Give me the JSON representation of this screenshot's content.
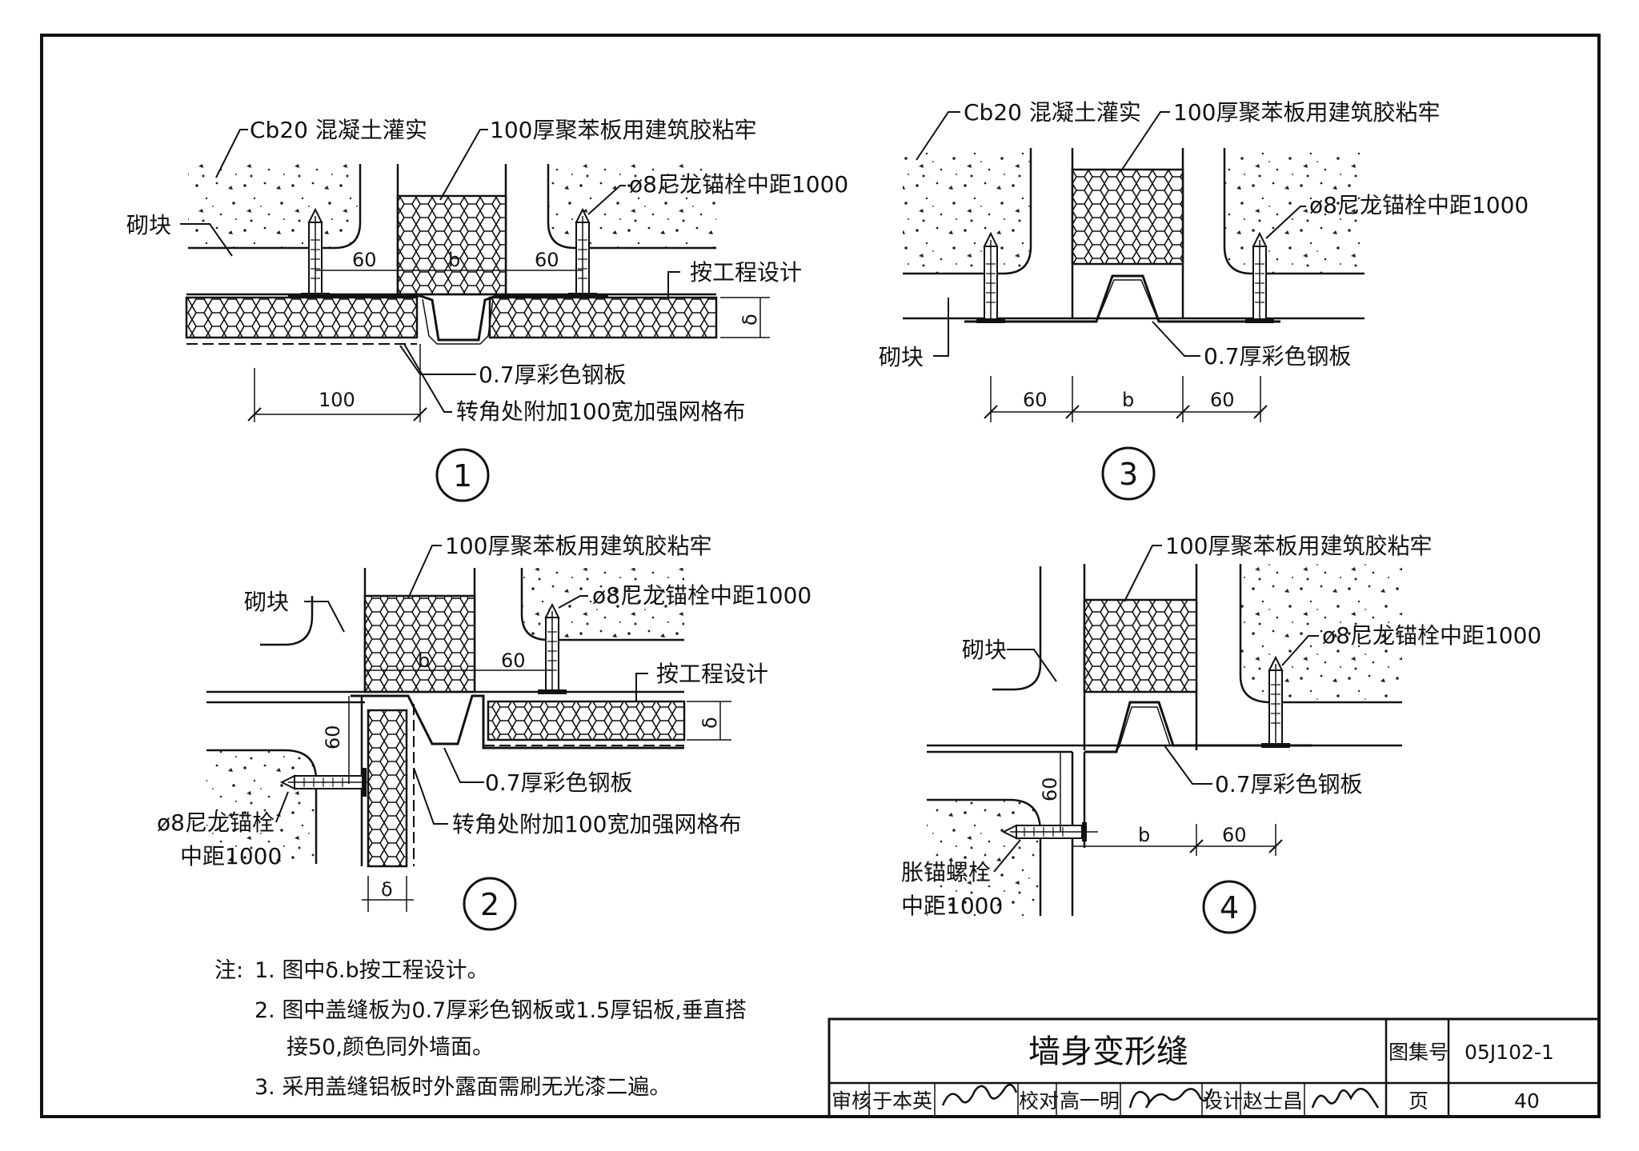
{
  "detail1": {
    "concrete_label": "Cb20 混凝土灌实",
    "eps_label": "100厚聚苯板用建筑胶粘牢",
    "anchor_label": "ø8尼龙锚栓中距1000",
    "block_label": "砌块",
    "design_label": "按工程设计",
    "steel_label": "0.7厚彩色钢板",
    "mesh_label": "转角处附加100宽加强网格布",
    "dim_60a": "60",
    "dim_b": "b",
    "dim_60b": "60",
    "dim_100": "100",
    "dim_delta": "δ",
    "number": "1"
  },
  "detail2": {
    "eps_label": "100厚聚苯板用建筑胶粘牢",
    "block_label": "砌块",
    "anchor_label": "ø8尼龙锚栓中距1000",
    "design_label": "按工程设计",
    "steel_label": "0.7厚彩色钢板",
    "mesh_label": "转角处附加100宽加强网格布",
    "anchor2_line1": "ø8尼龙锚栓",
    "anchor2_line2": "中距1000",
    "dim_b": "b",
    "dim_60a": "60",
    "dim_60v": "60",
    "dim_delta": "δ",
    "dim_delta2": "δ",
    "number": "2"
  },
  "detail3": {
    "concrete_label": "Cb20 混凝土灌实",
    "eps_label": "100厚聚苯板用建筑胶粘牢",
    "anchor_label": "ø8尼龙锚栓中距1000",
    "block_label": "砌块",
    "steel_label": "0.7厚彩色钢板",
    "dim_60a": "60",
    "dim_b": "b",
    "dim_60b": "60",
    "number": "3"
  },
  "detail4": {
    "eps_label": "100厚聚苯板用建筑胶粘牢",
    "block_label": "砌块",
    "anchor_label": "ø8尼龙锚栓中距1000",
    "steel_label": "0.7厚彩色钢板",
    "bolt_line1": "胀锚螺栓",
    "bolt_line2": "中距1000",
    "dim_60v": "60",
    "dim_b": "b",
    "dim_60": "60",
    "number": "4"
  },
  "notes": {
    "prefix": "注:",
    "n1": "1. 图中δ.b按工程设计。",
    "n2a": "2. 图中盖缝板为0.7厚彩色钢板或1.5厚铝板,垂直搭",
    "n2b": "接50,颜色同外墙面。",
    "n3": "3. 采用盖缝铝板时外露面需刷无光漆二遍。"
  },
  "title_block": {
    "title": "墙身变形缝",
    "atlas_label": "图集号",
    "atlas_no": "05J102-1",
    "review_label": "审核",
    "reviewer": "于本英",
    "check_label": "校对",
    "checker": "高一明",
    "design_label": "设计",
    "designer": "赵士昌",
    "page_label": "页",
    "page_no": "40"
  }
}
